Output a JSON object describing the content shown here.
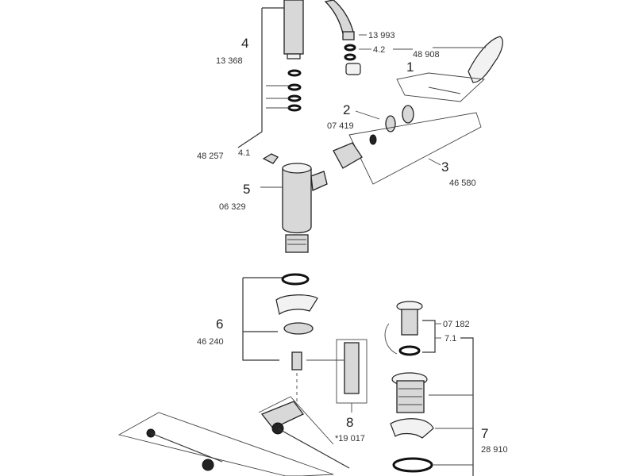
{
  "parts": {
    "p1": {
      "number": "1",
      "code": "48 908"
    },
    "p2": {
      "number": "2",
      "code": "07 419"
    },
    "p3": {
      "number": "3",
      "code": "46 580"
    },
    "p4": {
      "number": "4",
      "code": "13 368"
    },
    "p4_1": {
      "number": "4.1",
      "code": "48 257"
    },
    "p4_2": {
      "number": "4.2",
      "code": "13 993"
    },
    "p5": {
      "number": "5",
      "code": "06 329"
    },
    "p6": {
      "number": "6",
      "code": "46 240"
    },
    "p7": {
      "number": "7",
      "code": "28 910"
    },
    "p7_1": {
      "number": "7.1",
      "code": "07 182"
    },
    "p8": {
      "number": "8",
      "code": "*19 017"
    }
  }
}
